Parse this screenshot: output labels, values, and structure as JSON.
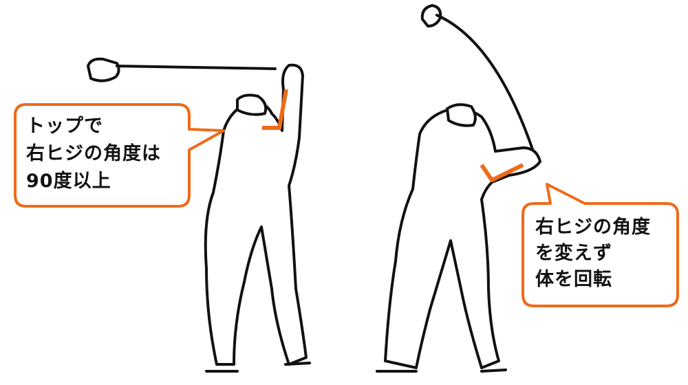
{
  "colors": {
    "accent": "#ee6a1a",
    "line": "#111111",
    "background": "#ffffff"
  },
  "left_callout": {
    "lines": [
      "トップで",
      "右ヒジの角度は",
      "90度以上"
    ]
  },
  "right_callout": {
    "lines": [
      "右ヒジの角度",
      "を変えず",
      "体を回転"
    ]
  },
  "figures": [
    "golfer-top-of-backswing",
    "golfer-body-rotation"
  ]
}
